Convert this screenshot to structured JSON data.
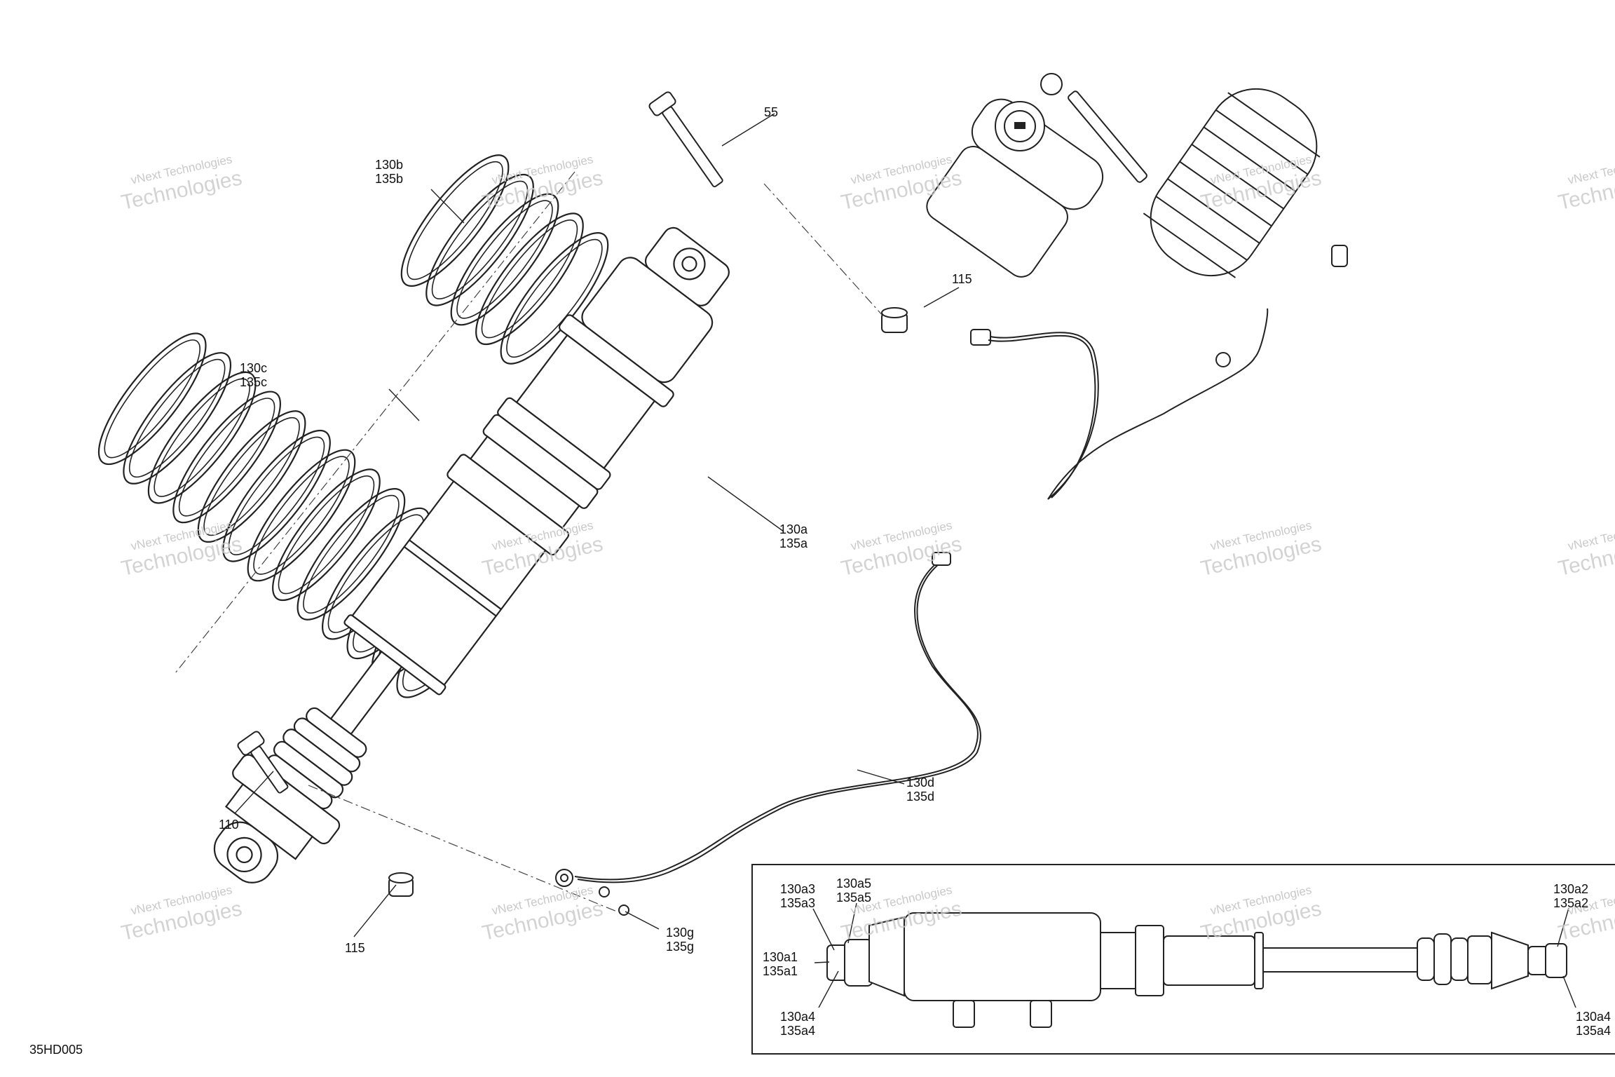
{
  "watermark": {
    "line1": "vNext Technologies",
    "line2": "Technologies"
  },
  "diagram_id": "35HD005",
  "callouts": {
    "c55": [
      "55"
    ],
    "c130b": [
      "130b",
      "135b"
    ],
    "c130c": [
      "130c",
      "135c"
    ],
    "c115_top": [
      "115"
    ],
    "c130a": [
      "130a",
      "135a"
    ],
    "c110": [
      "110"
    ],
    "c115_bottom": [
      "115"
    ],
    "c130d": [
      "130d",
      "135d"
    ],
    "c130g": [
      "130g",
      "135g"
    ],
    "c130a3": [
      "130a3",
      "135a3"
    ],
    "c130a5": [
      "130a5",
      "135a5"
    ],
    "c130a1": [
      "130a1",
      "135a1"
    ],
    "c130a4_left": [
      "130a4",
      "135a4"
    ],
    "c130a2": [
      "130a2",
      "135a2"
    ],
    "c130a4_right": [
      "130a4",
      "135a4"
    ]
  }
}
